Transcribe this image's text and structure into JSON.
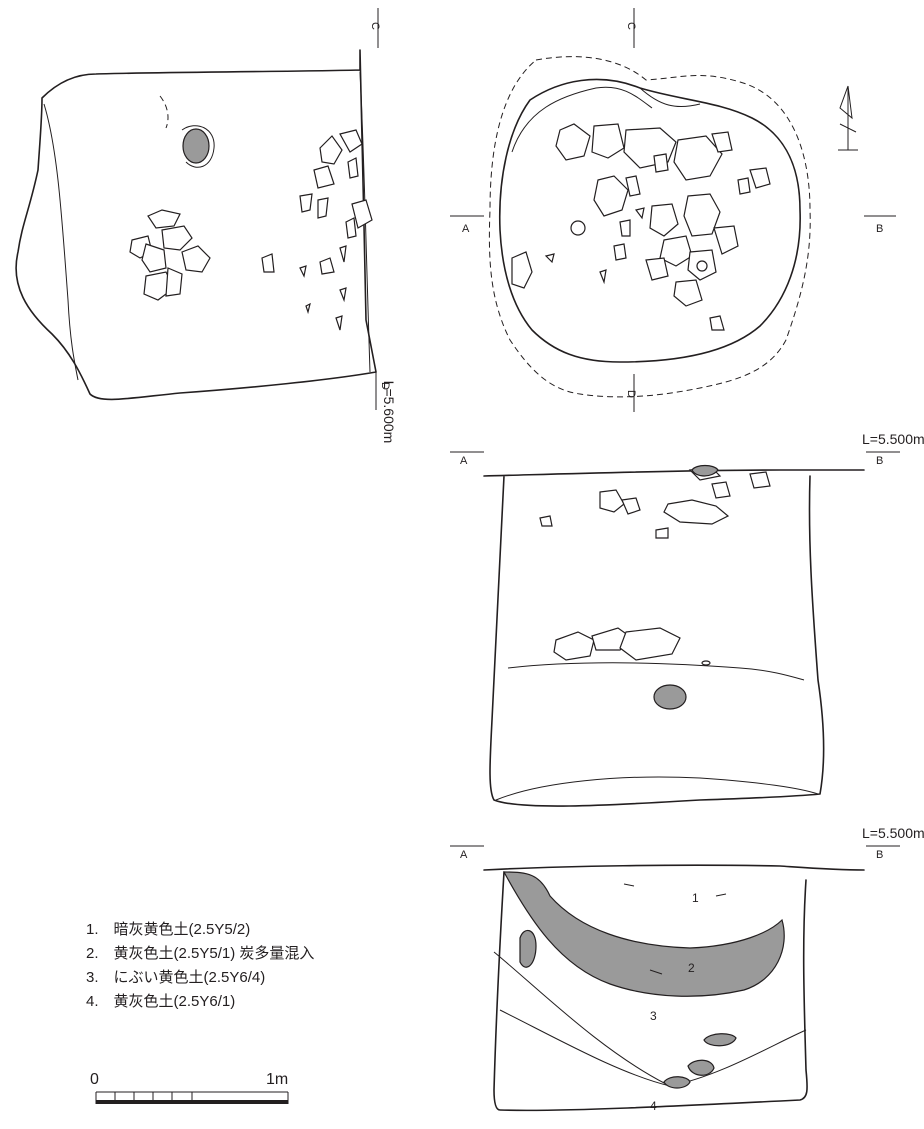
{
  "figure": {
    "plan_left": {
      "section_top_label": "C",
      "section_bottom_label": "D",
      "elevation": "L=5.600m"
    },
    "plan_right": {
      "section_top_label": "C",
      "section_bottom_label": "D",
      "section_left_label": "A",
      "section_right_label": "B"
    },
    "section_upper": {
      "left_label": "A",
      "right_label": "B",
      "elevation": "L=5.500m"
    },
    "section_lower": {
      "left_label": "A",
      "right_label": "B",
      "elevation": "L=5.500m",
      "layer_numbers": [
        "1",
        "2",
        "3",
        "4"
      ]
    }
  },
  "legend": {
    "items": [
      "1.　暗灰黄色土(2.5Y5/2)",
      "2.　黄灰色土(2.5Y5/1) 炭多量混入",
      "3.　にぶい黄色土(2.5Y6/4)",
      "4.　黄灰色土(2.5Y6/1)"
    ]
  },
  "scale": {
    "start_label": "0",
    "end_label": "1m"
  },
  "colors": {
    "line": "#231f20",
    "shaded_fill": "#9a9a9a",
    "background": "#ffffff"
  }
}
